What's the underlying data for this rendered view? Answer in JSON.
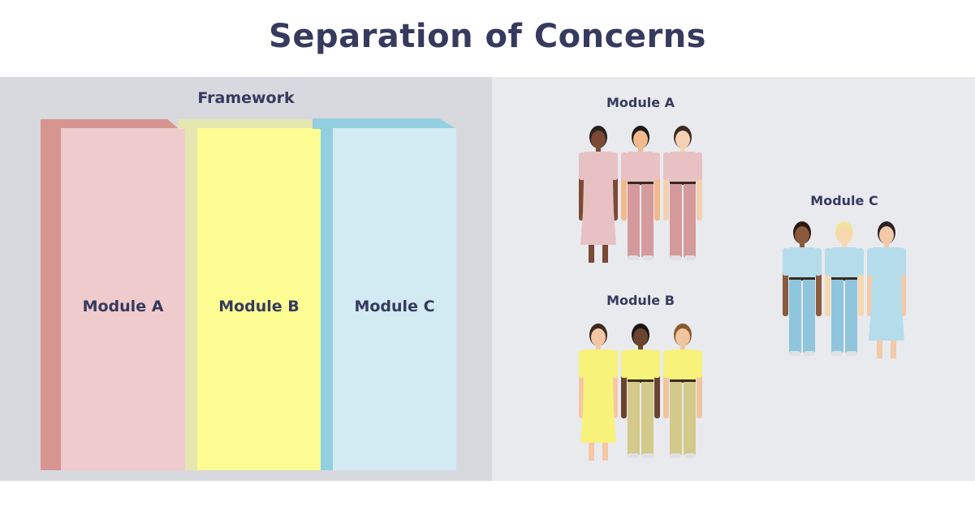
{
  "title": "Separation of Concerns",
  "framework": {
    "label": "Framework",
    "modules": [
      {
        "label": "Module A",
        "front": "#efcbcd",
        "side": "#d79590"
      },
      {
        "label": "Module B",
        "front": "#fdfd93",
        "side": "#e6e6b0"
      },
      {
        "label": "Module C",
        "front": "#d2eaf2",
        "side": "#93cfe0"
      }
    ]
  },
  "teams": [
    {
      "label": "Module A",
      "clothes": "#e8c1c4",
      "pants": "#d49a9c"
    },
    {
      "label": "Module B",
      "clothes": "#f7f27a",
      "pants": "#d3c98a"
    },
    {
      "label": "Module C",
      "clothes": "#b5dcea",
      "pants": "#8fc6de"
    }
  ]
}
